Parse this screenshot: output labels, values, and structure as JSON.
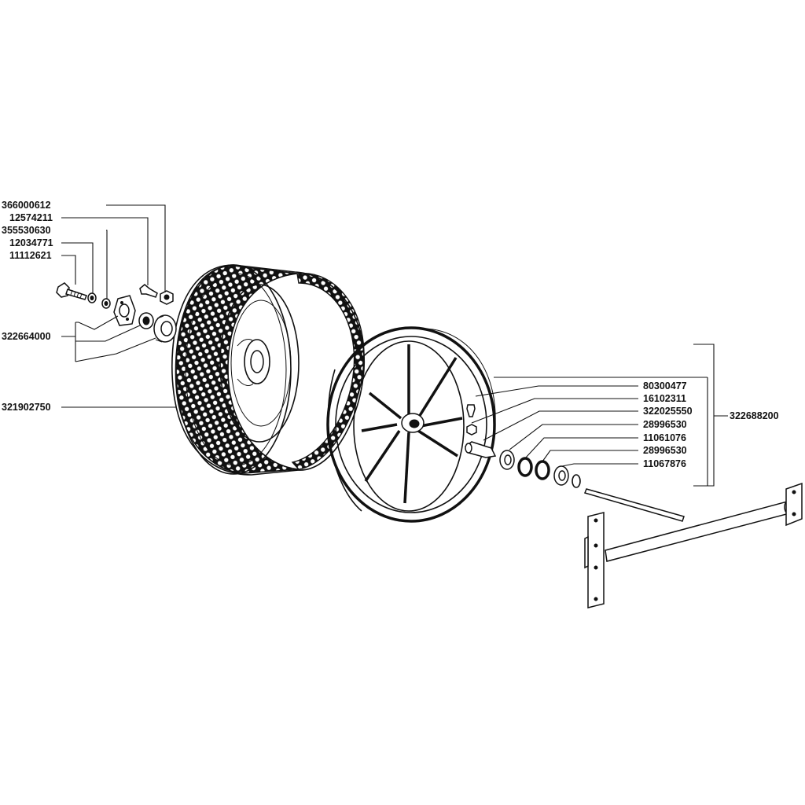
{
  "part_numbers": {
    "p366000612": "366000612",
    "p12574211": "12574211",
    "p355530630": "355530630",
    "p12034771": "12034771",
    "p11112621": "11112621",
    "p322664000": "322664000",
    "p321902750": "321902750",
    "p80300477": "80300477",
    "p16102311": "16102311",
    "p322025550": "322025550",
    "p28996530_a": "28996530",
    "p11061076": "11061076",
    "p28996530_b": "28996530",
    "p11067876": "11067876",
    "p322688200": "322688200"
  },
  "colors": {
    "ink": "#111111",
    "paper": "#ffffff"
  }
}
